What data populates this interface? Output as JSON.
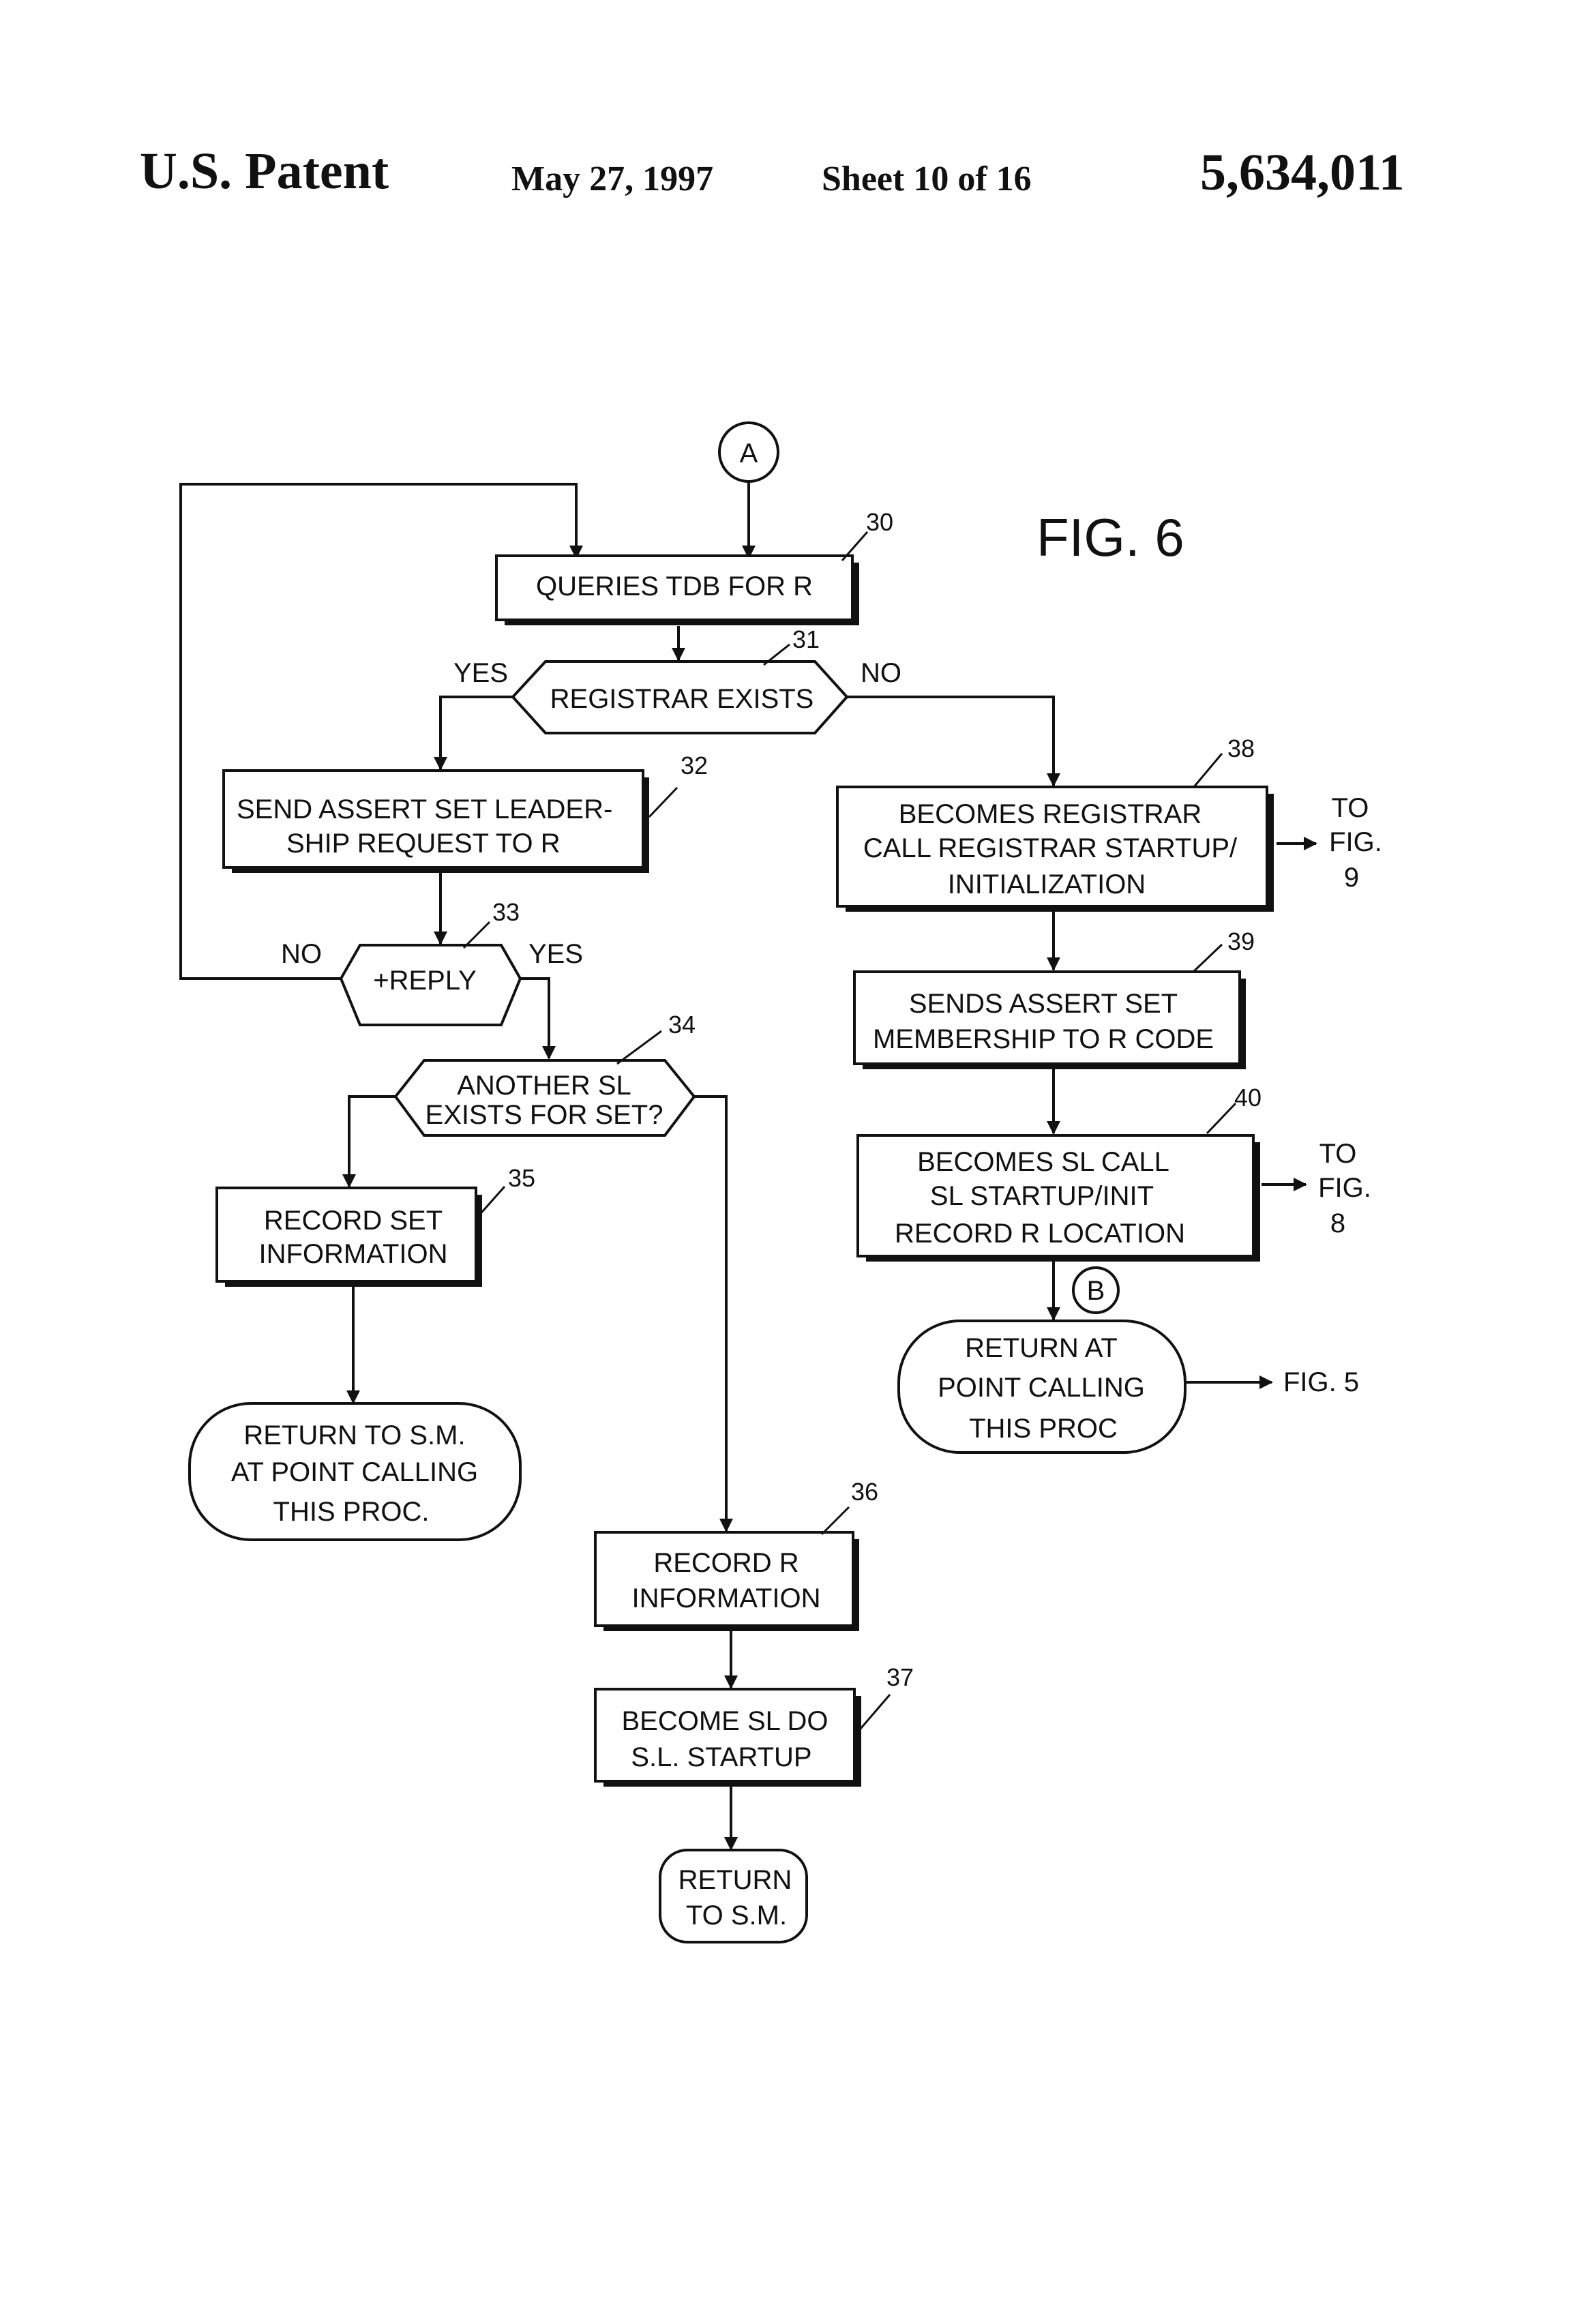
{
  "header": {
    "patent_label": "U.S. Patent",
    "date": "May 27, 1997",
    "sheet": "Sheet 10 of 16",
    "patent_number": "5,634,011"
  },
  "figure": {
    "title": "FIG. 6",
    "connector_a": "A",
    "connector_b": "B",
    "nodes": {
      "n30": {
        "ref": "30",
        "lines": [
          "QUERIES TDB FOR R"
        ]
      },
      "n31": {
        "ref": "31",
        "lines": [
          "REGISTRAR EXISTS"
        ]
      },
      "n32": {
        "ref": "32",
        "lines": [
          "SEND ASSERT SET LEADER-",
          "SHIP REQUEST TO R"
        ]
      },
      "n33": {
        "ref": "33",
        "lines": [
          "+REPLY"
        ]
      },
      "n34": {
        "ref": "34",
        "lines": [
          "ANOTHER SL",
          "EXISTS FOR SET?"
        ]
      },
      "n35": {
        "ref": "35",
        "lines": [
          "RECORD SET",
          "INFORMATION"
        ]
      },
      "n_ret_sm": {
        "lines": [
          "RETURN TO S.M.",
          "AT POINT CALLING",
          "THIS PROC."
        ]
      },
      "n36": {
        "ref": "36",
        "lines": [
          "RECORD R",
          "INFORMATION"
        ]
      },
      "n37": {
        "ref": "37",
        "lines": [
          "BECOME SL DO",
          "S.L. STARTUP"
        ]
      },
      "n_ret_end": {
        "lines": [
          "RETURN",
          "TO S.M."
        ]
      },
      "n38": {
        "ref": "38",
        "lines": [
          "BECOMES REGISTRAR",
          "CALL REGISTRAR STARTUP/",
          "INITIALIZATION"
        ]
      },
      "n39": {
        "ref": "39",
        "lines": [
          "SENDS ASSERT SET",
          "MEMBERSHIP TO R CODE"
        ]
      },
      "n40": {
        "ref": "40",
        "lines": [
          "BECOMES SL CALL",
          "SL STARTUP/INIT",
          "RECORD R LOCATION"
        ]
      },
      "n_ret_point": {
        "lines": [
          "RETURN AT",
          "POINT CALLING",
          "THIS PROC"
        ]
      }
    },
    "edge_labels": {
      "yes_31": "YES",
      "no_31": "NO",
      "no_33": "NO",
      "yes_33": "YES"
    },
    "offpage": {
      "to_fig9": [
        "TO",
        "FIG.",
        "9"
      ],
      "to_fig8": [
        "TO",
        "FIG.",
        "8"
      ],
      "fig5": "FIG. 5"
    }
  }
}
